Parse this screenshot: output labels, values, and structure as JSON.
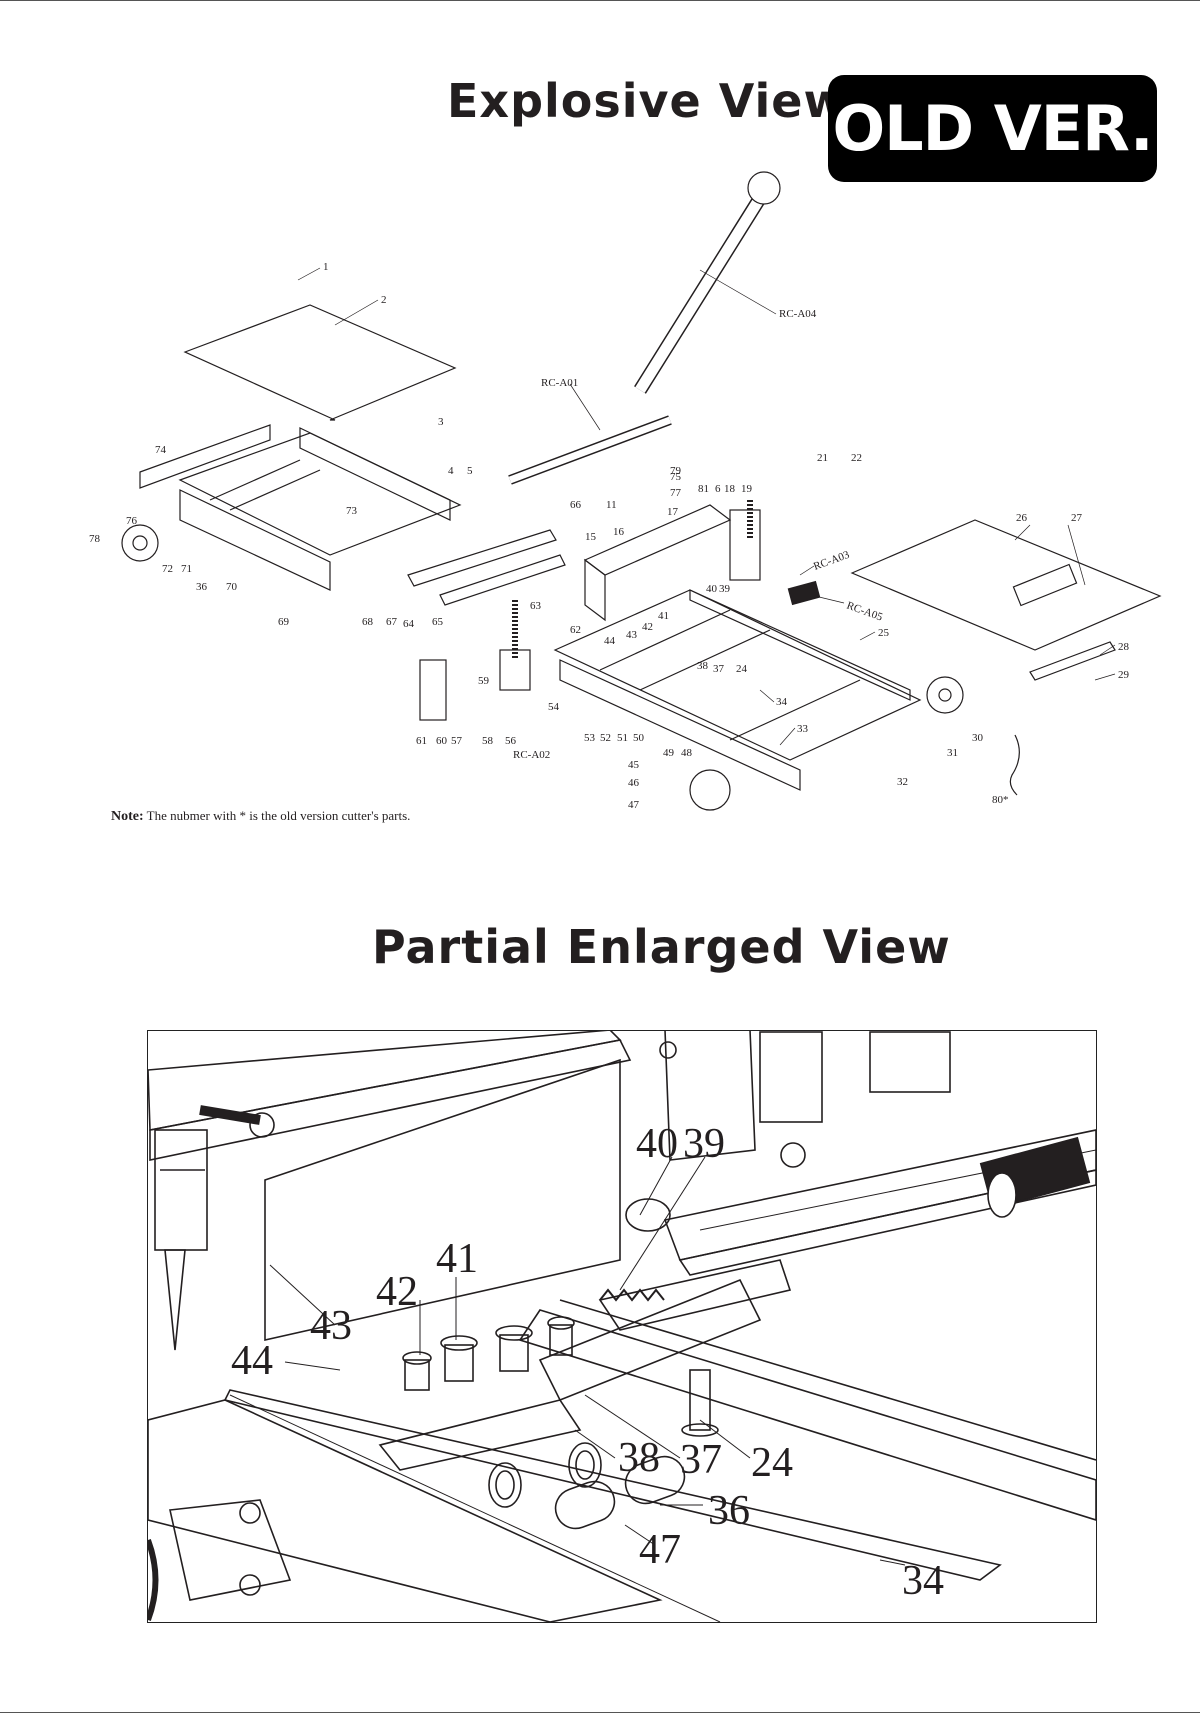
{
  "header": {
    "explosive_title": "Explosive View",
    "badge": "OLD  VER.",
    "partial_title": "Partial Enlarged View"
  },
  "note": {
    "label": "Note:",
    "text": " The nubmer with * is the old version cutter's  parts."
  },
  "explosive_labels": [
    "1",
    "2",
    "3",
    "4",
    "5",
    "6",
    "11",
    "15",
    "16",
    "17",
    "18",
    "19",
    "21",
    "22",
    "24",
    "25",
    "26",
    "27",
    "28",
    "29",
    "30",
    "31",
    "32",
    "33",
    "34",
    "36",
    "37",
    "38",
    "39",
    "40",
    "41",
    "42",
    "43",
    "44",
    "45",
    "46",
    "47",
    "48",
    "49",
    "50",
    "51",
    "52",
    "53",
    "54",
    "56",
    "57",
    "58",
    "59",
    "60",
    "61",
    "62",
    "63",
    "64",
    "65",
    "66",
    "67",
    "68",
    "69",
    "70",
    "71",
    "72",
    "73",
    "74",
    "75",
    "76",
    "77",
    "78",
    "79",
    "80*",
    "81",
    "RC-A01",
    "RC-A02",
    "RC-A03",
    "RC-A04",
    "RC-A05"
  ],
  "enlarged_labels": [
    "40",
    "39",
    "41",
    "42",
    "43",
    "44",
    "38",
    "37",
    "24",
    "36",
    "47",
    "34"
  ]
}
